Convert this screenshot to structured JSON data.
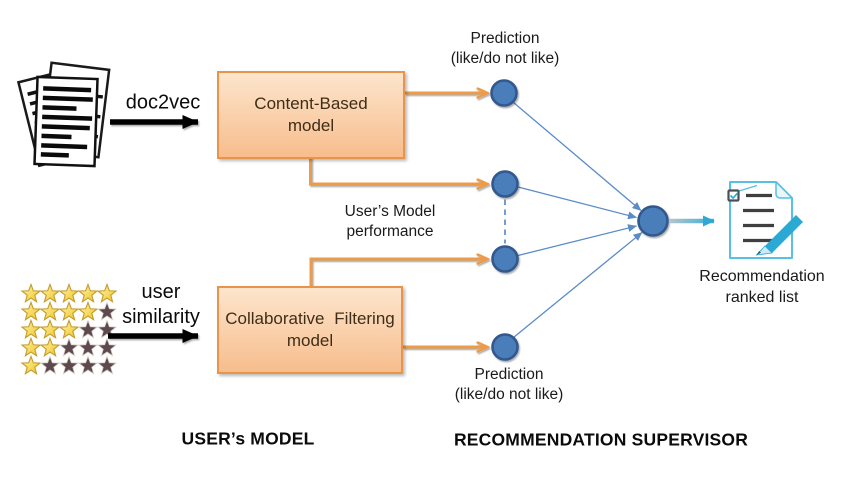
{
  "diagram": {
    "inputs": {
      "documents_arrow_label": "doc2vec",
      "ratings_arrow_label_line1": "user",
      "ratings_arrow_label_line2": "similarity"
    },
    "boxes": {
      "content_based": {
        "line1": "Content-Based",
        "line2": "model"
      },
      "collaborative": {
        "line1": "Collaborative Filtering",
        "line2": "model"
      }
    },
    "annotations": {
      "prediction_top_line1": "Prediction",
      "prediction_top_line2": "(like/do not like)",
      "performance_line1": "User’s Model",
      "performance_line2": "performance",
      "prediction_bottom_line1": "Prediction",
      "prediction_bottom_line2": "(like/do not like)"
    },
    "output": {
      "line1": "Recommendation",
      "line2": "ranked list"
    },
    "sections": {
      "left_label": "USER’s MODEL",
      "right_label": "RECOMMENDATION SUPERVISOR"
    },
    "ratings": {
      "max": 5,
      "rows": [
        5,
        4,
        3,
        2,
        1
      ]
    }
  },
  "colors": {
    "orange": "#ED9B49",
    "box_border": "#E8944A",
    "box_top": "#FDE5CC",
    "box_bottom": "#F7BD8D",
    "node_fill": "#4A7EBB",
    "node_stroke": "#31588E",
    "blue": "#5B8BC9",
    "teal": "#2FA8D5",
    "doc_border": "#57C1E4",
    "pencil": "#29A9D3",
    "star_outline": "#C49B2A",
    "star_dark": "#5D4A4F",
    "ink": "#000000",
    "box_text": "#3E2E18"
  }
}
